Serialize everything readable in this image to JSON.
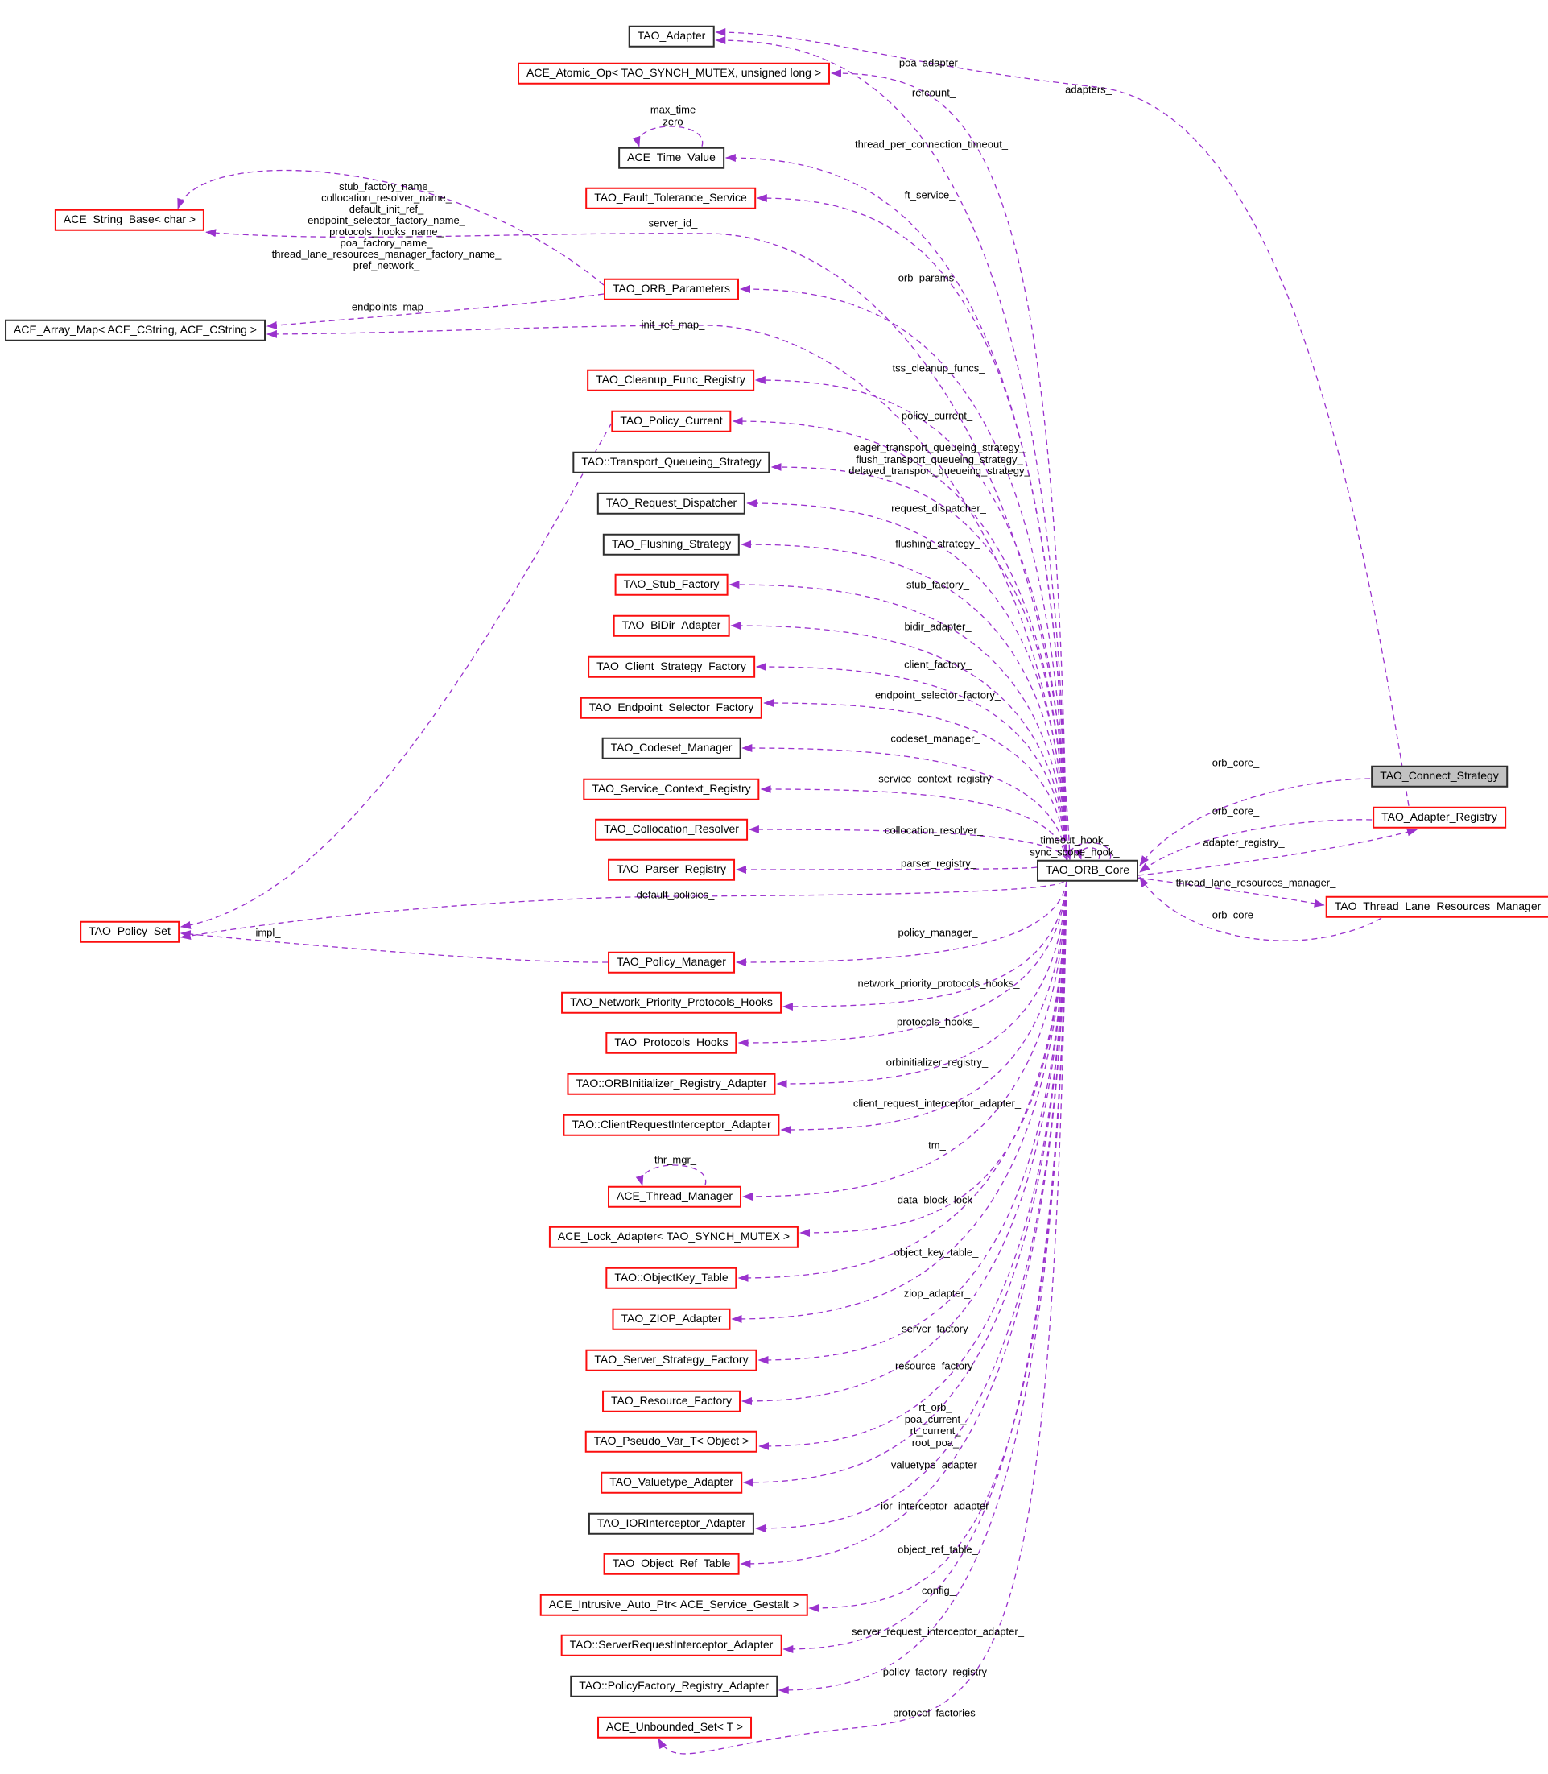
{
  "diagram": {
    "type": "doxygen-collaboration-graph",
    "center_class": "TAO_ORB_Core",
    "edge_color": "#9a32cd",
    "colors": {
      "red_border": "#fb0e0e",
      "black_border": "#2e2e2e",
      "gray_fill": "#c2c2c2",
      "background": "#ffffff",
      "text": "#000000"
    },
    "nodes": {
      "tao_adapter": {
        "label": "TAO_Adapter",
        "border": "black"
      },
      "ace_atomic_op": {
        "label": "ACE_Atomic_Op< TAO_SYNCH_MUTEX, unsigned long >",
        "border": "red"
      },
      "ace_time_value": {
        "label": "ACE_Time_Value",
        "border": "black"
      },
      "tao_fault_tolerance_service": {
        "label": "TAO_Fault_Tolerance_Service",
        "border": "red"
      },
      "ace_string_base": {
        "label": "ACE_String_Base< char >",
        "border": "red"
      },
      "tao_orb_parameters": {
        "label": "TAO_ORB_Parameters",
        "border": "red"
      },
      "ace_array_map": {
        "label": "ACE_Array_Map< ACE_CString, ACE_CString >",
        "border": "black"
      },
      "tao_cleanup_func_registry": {
        "label": "TAO_Cleanup_Func_Registry",
        "border": "red"
      },
      "tao_policy_current": {
        "label": "TAO_Policy_Current",
        "border": "red"
      },
      "tao_transport_queueing_strategy": {
        "label": "TAO::Transport_Queueing_Strategy",
        "border": "black"
      },
      "tao_request_dispatcher": {
        "label": "TAO_Request_Dispatcher",
        "border": "black"
      },
      "tao_flushing_strategy": {
        "label": "TAO_Flushing_Strategy",
        "border": "black"
      },
      "tao_stub_factory": {
        "label": "TAO_Stub_Factory",
        "border": "red"
      },
      "tao_bidir_adapter": {
        "label": "TAO_BiDir_Adapter",
        "border": "red"
      },
      "tao_client_strategy_factory": {
        "label": "TAO_Client_Strategy_Factory",
        "border": "red"
      },
      "tao_endpoint_selector_factory": {
        "label": "TAO_Endpoint_Selector_Factory",
        "border": "red"
      },
      "tao_codeset_manager": {
        "label": "TAO_Codeset_Manager",
        "border": "black"
      },
      "tao_service_context_registry": {
        "label": "TAO_Service_Context_Registry",
        "border": "red"
      },
      "tao_collocation_resolver": {
        "label": "TAO_Collocation_Resolver",
        "border": "red"
      },
      "tao_parser_registry": {
        "label": "TAO_Parser_Registry",
        "border": "red"
      },
      "tao_policy_set": {
        "label": "TAO_Policy_Set",
        "border": "red"
      },
      "tao_policy_manager": {
        "label": "TAO_Policy_Manager",
        "border": "red"
      },
      "tao_network_priority_protocols_hooks": {
        "label": "TAO_Network_Priority_Protocols_Hooks",
        "border": "red"
      },
      "tao_protocols_hooks": {
        "label": "TAO_Protocols_Hooks",
        "border": "red"
      },
      "tao_orbinitializer_registry_adapter": {
        "label": "TAO::ORBInitializer_Registry_Adapter",
        "border": "red"
      },
      "tao_clientrequestinterceptor_adapter": {
        "label": "TAO::ClientRequestInterceptor_Adapter",
        "border": "red"
      },
      "ace_thread_manager": {
        "label": "ACE_Thread_Manager",
        "border": "red"
      },
      "ace_lock_adapter": {
        "label": "ACE_Lock_Adapter< TAO_SYNCH_MUTEX >",
        "border": "red"
      },
      "tao_objectkey_table": {
        "label": "TAO::ObjectKey_Table",
        "border": "red"
      },
      "tao_ziop_adapter": {
        "label": "TAO_ZIOP_Adapter",
        "border": "red"
      },
      "tao_server_strategy_factory": {
        "label": "TAO_Server_Strategy_Factory",
        "border": "red"
      },
      "tao_resource_factory": {
        "label": "TAO_Resource_Factory",
        "border": "red"
      },
      "tao_pseudo_var_t": {
        "label": "TAO_Pseudo_Var_T< Object >",
        "border": "red"
      },
      "tao_valuetype_adapter": {
        "label": "TAO_Valuetype_Adapter",
        "border": "red"
      },
      "tao_iorinterceptor_adapter": {
        "label": "TAO_IORInterceptor_Adapter",
        "border": "black"
      },
      "tao_object_ref_table": {
        "label": "TAO_Object_Ref_Table",
        "border": "red"
      },
      "ace_intrusive_auto_ptr": {
        "label": "ACE_Intrusive_Auto_Ptr< ACE_Service_Gestalt >",
        "border": "red"
      },
      "tao_serverrequestinterceptor_adapter": {
        "label": "TAO::ServerRequestInterceptor_Adapter",
        "border": "red"
      },
      "tao_policyfactory_registry_adapter": {
        "label": "TAO::PolicyFactory_Registry_Adapter",
        "border": "black"
      },
      "ace_unbounded_set": {
        "label": "ACE_Unbounded_Set< T >",
        "border": "red"
      },
      "tao_orb_core": {
        "label": "TAO_ORB_Core",
        "border": "black"
      },
      "tao_connect_strategy": {
        "label": "TAO_Connect_Strategy",
        "border": "black",
        "fill": "gray"
      },
      "tao_adapter_registry": {
        "label": "TAO_Adapter_Registry",
        "border": "red"
      },
      "tao_thread_lane_resources_manager": {
        "label": "TAO_Thread_Lane_Resources_Manager",
        "border": "red"
      }
    },
    "edges": [
      {
        "from": "tao_orb_core",
        "to": "tao_adapter",
        "label": "poa_adapter_"
      },
      {
        "from": "tao_orb_core",
        "to": "ace_atomic_op",
        "label": "refcount_"
      },
      {
        "from": "tao_orb_core",
        "to": "ace_time_value",
        "label": "thread_per_connection_timeout_"
      },
      {
        "from": "tao_orb_core",
        "to": "tao_fault_tolerance_service",
        "label": "ft_service_"
      },
      {
        "from": "tao_orb_core",
        "to": "ace_string_base",
        "label": "server_id_"
      },
      {
        "from": "tao_orb_core",
        "to": "tao_orb_parameters",
        "label": "orb_params_"
      },
      {
        "from": "tao_orb_core",
        "to": "ace_array_map",
        "label": "init_ref_map_"
      },
      {
        "from": "tao_orb_core",
        "to": "tao_cleanup_func_registry",
        "label": "tss_cleanup_funcs_"
      },
      {
        "from": "tao_orb_core",
        "to": "tao_policy_current",
        "label": "policy_current_"
      },
      {
        "from": "tao_orb_core",
        "to": "tao_transport_queueing_strategy",
        "label": "eager_transport_queueing_strategy_\nflush_transport_queueing_strategy_\ndelayed_transport_queueing_strategy_"
      },
      {
        "from": "tao_orb_core",
        "to": "tao_request_dispatcher",
        "label": "request_dispatcher_"
      },
      {
        "from": "tao_orb_core",
        "to": "tao_flushing_strategy",
        "label": "flushing_strategy_"
      },
      {
        "from": "tao_orb_core",
        "to": "tao_stub_factory",
        "label": "stub_factory_"
      },
      {
        "from": "tao_orb_core",
        "to": "tao_bidir_adapter",
        "label": "bidir_adapter_"
      },
      {
        "from": "tao_orb_core",
        "to": "tao_client_strategy_factory",
        "label": "client_factory_"
      },
      {
        "from": "tao_orb_core",
        "to": "tao_endpoint_selector_factory",
        "label": "endpoint_selector_factory_"
      },
      {
        "from": "tao_orb_core",
        "to": "tao_codeset_manager",
        "label": "codeset_manager_"
      },
      {
        "from": "tao_orb_core",
        "to": "tao_service_context_registry",
        "label": "service_context_registry_"
      },
      {
        "from": "tao_orb_core",
        "to": "tao_collocation_resolver",
        "label": "collocation_resolver_"
      },
      {
        "from": "tao_orb_core",
        "to": "tao_parser_registry",
        "label": "parser_registry_"
      },
      {
        "from": "tao_orb_core",
        "to": "tao_policy_set",
        "label": "default_policies_"
      },
      {
        "from": "tao_orb_core",
        "to": "tao_policy_manager",
        "label": "policy_manager_"
      },
      {
        "from": "tao_orb_core",
        "to": "tao_network_priority_protocols_hooks",
        "label": "network_priority_protocols_hooks_"
      },
      {
        "from": "tao_orb_core",
        "to": "tao_protocols_hooks",
        "label": "protocols_hooks_"
      },
      {
        "from": "tao_orb_core",
        "to": "tao_orbinitializer_registry_adapter",
        "label": "orbinitializer_registry_"
      },
      {
        "from": "tao_orb_core",
        "to": "tao_clientrequestinterceptor_adapter",
        "label": "client_request_interceptor_adapter_"
      },
      {
        "from": "tao_orb_core",
        "to": "ace_thread_manager",
        "label": "tm_"
      },
      {
        "from": "tao_orb_core",
        "to": "ace_lock_adapter",
        "label": "data_block_lock_"
      },
      {
        "from": "tao_orb_core",
        "to": "tao_objectkey_table",
        "label": "object_key_table_"
      },
      {
        "from": "tao_orb_core",
        "to": "tao_ziop_adapter",
        "label": "ziop_adapter_"
      },
      {
        "from": "tao_orb_core",
        "to": "tao_server_strategy_factory",
        "label": "server_factory_"
      },
      {
        "from": "tao_orb_core",
        "to": "tao_resource_factory",
        "label": "resource_factory_"
      },
      {
        "from": "tao_orb_core",
        "to": "tao_pseudo_var_t",
        "label": "rt_orb_\npoa_current_\nrt_current_\nroot_poa_"
      },
      {
        "from": "tao_orb_core",
        "to": "tao_valuetype_adapter",
        "label": "valuetype_adapter_"
      },
      {
        "from": "tao_orb_core",
        "to": "tao_iorinterceptor_adapter",
        "label": "ior_interceptor_adapter_"
      },
      {
        "from": "tao_orb_core",
        "to": "tao_object_ref_table",
        "label": "object_ref_table_"
      },
      {
        "from": "tao_orb_core",
        "to": "ace_intrusive_auto_ptr",
        "label": "config_"
      },
      {
        "from": "tao_orb_core",
        "to": "tao_serverrequestinterceptor_adapter",
        "label": "server_request_interceptor_adapter_"
      },
      {
        "from": "tao_orb_core",
        "to": "tao_policyfactory_registry_adapter",
        "label": "policy_factory_registry_"
      },
      {
        "from": "tao_orb_core",
        "to": "ace_unbounded_set",
        "label": "protocol_factories_"
      },
      {
        "from": "tao_orb_parameters",
        "to": "ace_string_base",
        "label": "stub_factory_name_\ncollocation_resolver_name_\ndefault_init_ref_\nendpoint_selector_factory_name_\nprotocols_hooks_name_\npoa_factory_name_\nthread_lane_resources_manager_factory_name_\npref_network_"
      },
      {
        "from": "tao_orb_parameters",
        "to": "ace_array_map",
        "label": "endpoints_map_"
      },
      {
        "from": "tao_policy_current",
        "to": "tao_policy_set",
        "label": "impl_"
      },
      {
        "from": "tao_policy_manager",
        "to": "tao_policy_set",
        "label": ""
      },
      {
        "from": "ace_time_value",
        "to": "ace_time_value",
        "label": "max_time\nzero"
      },
      {
        "from": "ace_thread_manager",
        "to": "ace_thread_manager",
        "label": "thr_mgr_"
      },
      {
        "from": "tao_connect_strategy",
        "to": "tao_orb_core",
        "label": "orb_core_"
      },
      {
        "from": "tao_adapter_registry",
        "to": "tao_orb_core",
        "label": "orb_core_"
      },
      {
        "from": "tao_orb_core",
        "to": "tao_adapter_registry",
        "label": "adapter_registry_"
      },
      {
        "from": "tao_orb_core",
        "to": "tao_thread_lane_resources_manager",
        "label": "thread_lane_resources_manager_"
      },
      {
        "from": "tao_thread_lane_resources_manager",
        "to": "tao_orb_core",
        "label": "orb_core_"
      },
      {
        "from": "tao_adapter_registry",
        "to": "tao_adapter",
        "label": "adapters_"
      },
      {
        "from": "tao_orb_core",
        "to": "tao_orb_core",
        "label": "timeout_hook_\nsync_scope_hook_"
      }
    ]
  }
}
